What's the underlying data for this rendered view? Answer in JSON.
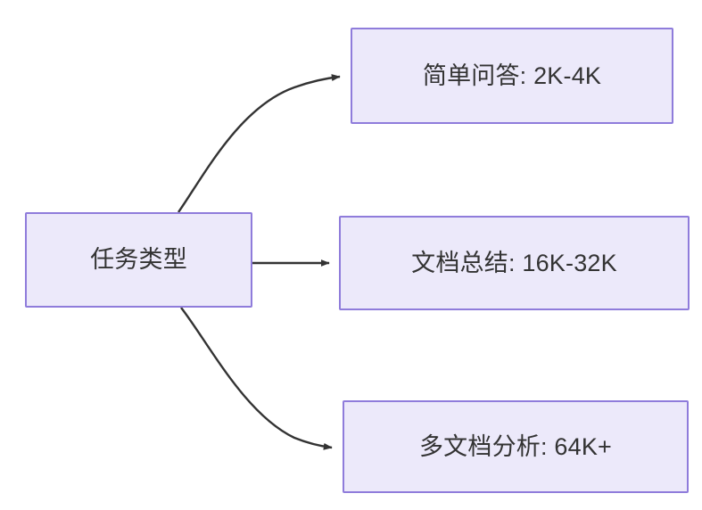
{
  "diagram": {
    "type": "flowchart",
    "direction": "left-to-right",
    "background_color": "#ffffff",
    "node_fill_color": "#ece9fa",
    "node_border_color": "#8f7cdb",
    "node_text_color": "#333333",
    "edge_color": "#333333",
    "source": {
      "id": "task-type",
      "label": "任务类型"
    },
    "targets": [
      {
        "id": "simple-qa",
        "label": "简单问答: 2K-4K",
        "edge_style": "curved"
      },
      {
        "id": "doc-summary",
        "label": "文档总结: 16K-32K",
        "edge_style": "straight"
      },
      {
        "id": "multidoc-analysis",
        "label": "多文档分析: 64K+",
        "edge_style": "curved"
      }
    ]
  }
}
